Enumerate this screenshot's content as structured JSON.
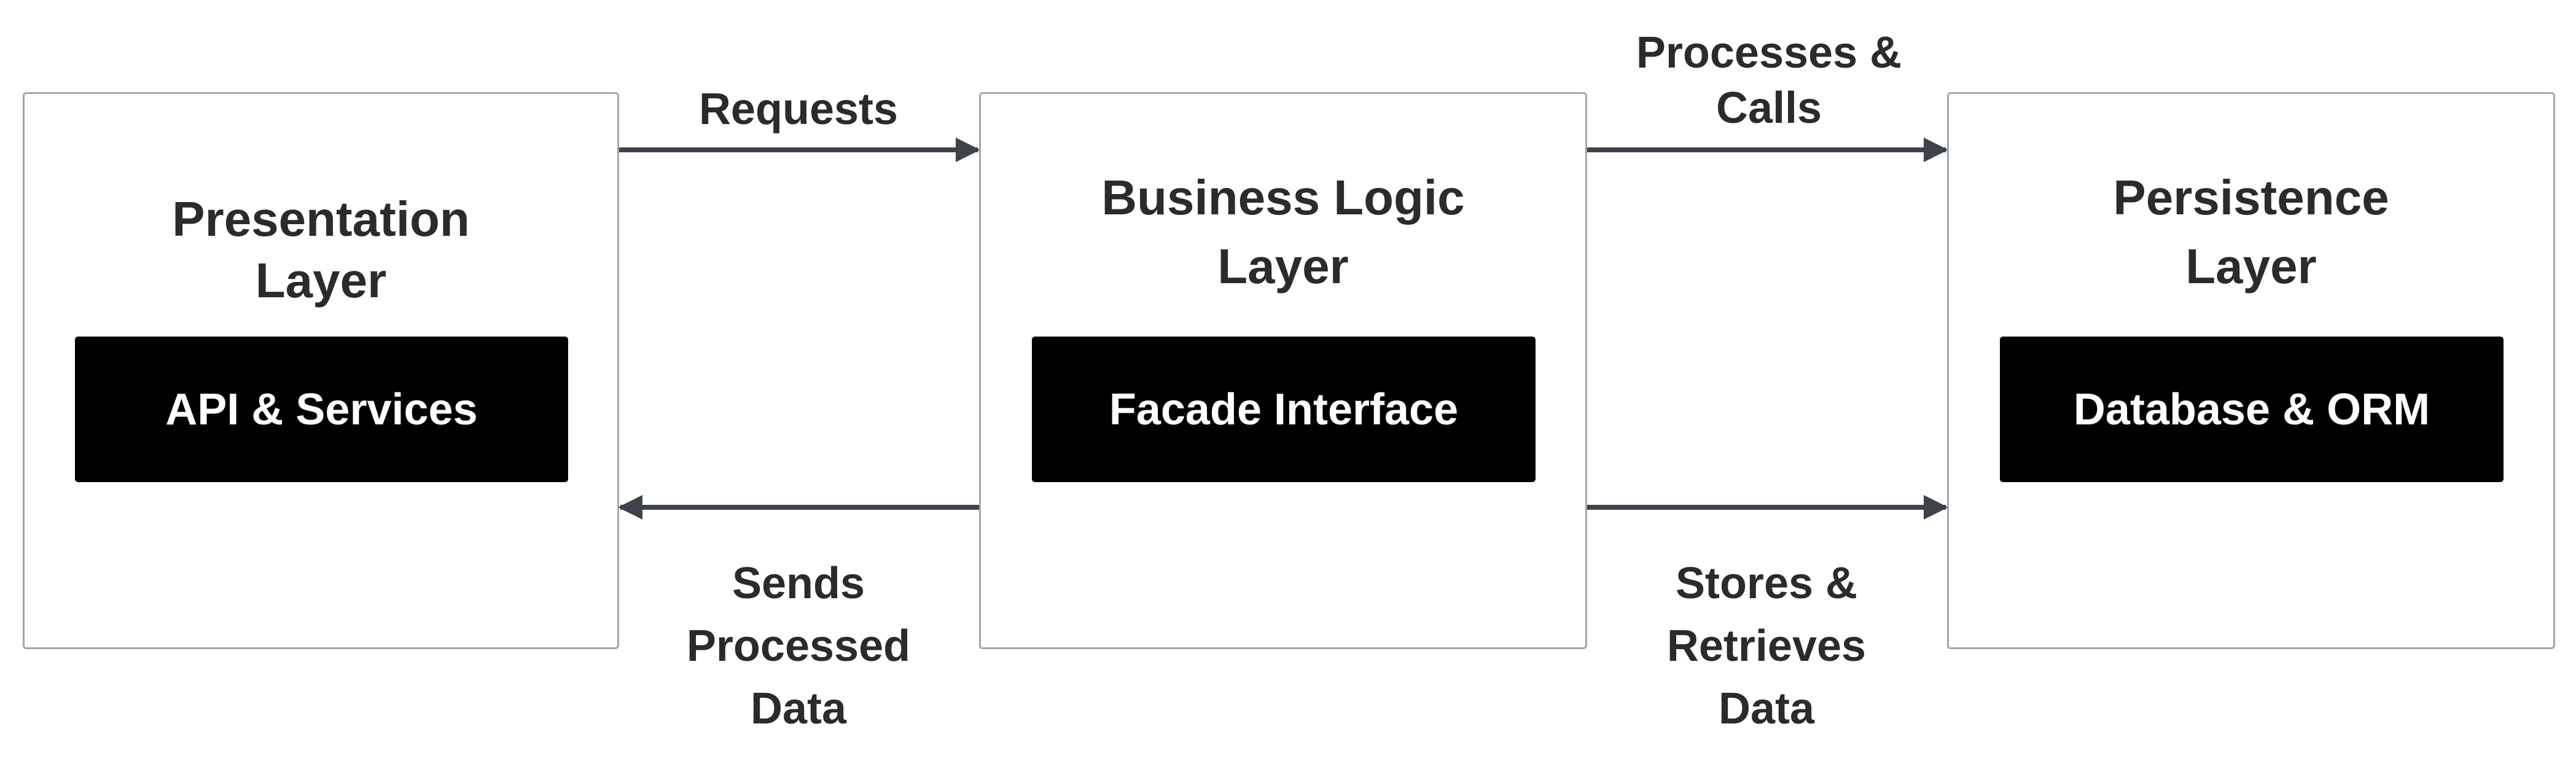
{
  "layers": [
    {
      "title_line1": "Presentation",
      "title_line2": "Layer",
      "component": "API & Services"
    },
    {
      "title_line1": "Business Logic",
      "title_line2": "Layer",
      "component": "Facade Interface"
    },
    {
      "title_line1": "Persistence",
      "title_line2": "Layer",
      "component": "Database & ORM"
    }
  ],
  "edges": {
    "requests": {
      "line1": "Requests"
    },
    "sends_processed_data": {
      "line1": "Sends",
      "line2": "Processed",
      "line3": "Data"
    },
    "processes_and_calls": {
      "line1": "Processes &",
      "line2": "Calls"
    },
    "stores_and_retrieves": {
      "line1": "Stores &",
      "line2": "Retrieves",
      "line3": "Data"
    }
  },
  "colors": {
    "box_border": "#a6a6a6",
    "component_fill": "#000000",
    "component_text": "#ffffff",
    "text": "#2b2b2b",
    "arrow": "#3d434a"
  }
}
